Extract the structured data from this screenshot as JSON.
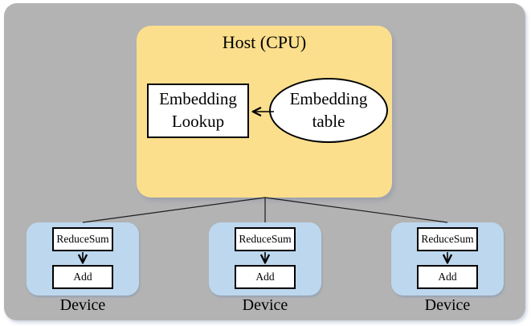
{
  "host": {
    "title": "Host (CPU)"
  },
  "lookup": {
    "line1": "Embedding",
    "line2": "Lookup"
  },
  "table": {
    "line1": "Embedding",
    "line2": "table"
  },
  "devices": [
    {
      "reduce": "ReduceSum",
      "add": "Add",
      "label": "Device"
    },
    {
      "reduce": "ReduceSum",
      "add": "Add",
      "label": "Device"
    },
    {
      "reduce": "ReduceSum",
      "add": "Add",
      "label": "Device"
    }
  ],
  "colors": {
    "page_bg": "#ffffff",
    "canvas_bg": "#b3b3b3",
    "host_fill": "#fbdf8d",
    "device_fill": "#bdd7ee",
    "node_fill": "#ffffff",
    "stroke": "#000000"
  }
}
